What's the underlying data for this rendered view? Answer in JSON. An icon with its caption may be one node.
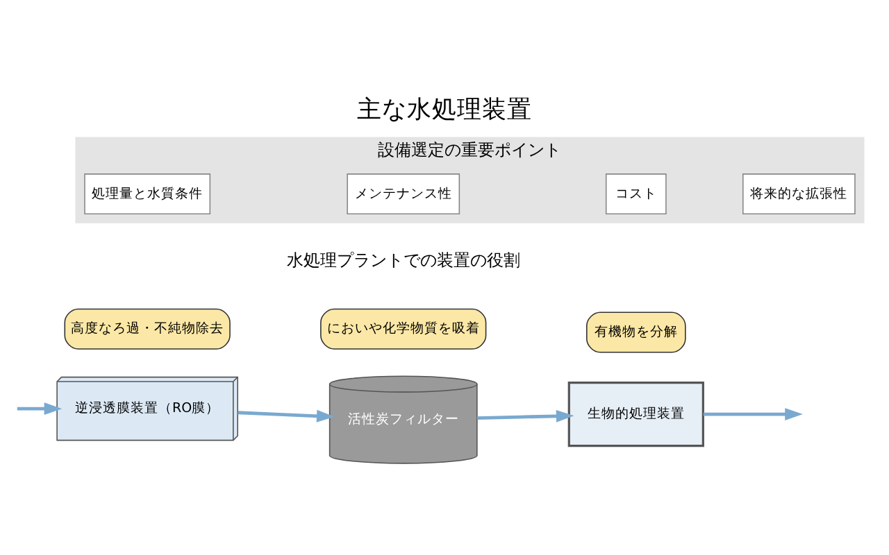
{
  "diagram": {
    "title": "主な水処理装置",
    "nodes": [
      {
        "text": [
          "高度なろ過・不純物除去"
        ]
      },
      {
        "text": [
          "においや化学物質を吸着"
        ]
      },
      {
        "text": [
          "有機物を分解"
        ]
      },
      {
        "text": [
          "逆浸透膜装置（RO膜）"
        ]
      },
      {
        "text": [
          "活性炭フィルター"
        ]
      },
      {
        "text": [
          "生物的処理装置"
        ]
      },
      {
        "text": [
          "設備選定の重要ポイント"
        ]
      },
      {
        "text": [
          "処理量と水質条件"
        ],
        "in": 6
      },
      {
        "text": [
          "メンテナンス性"
        ],
        "in": 6
      },
      {
        "text": [
          "コスト"
        ],
        "in": 6
      },
      {
        "text": [
          "将来的な拡張性"
        ],
        "in": 6
      }
    ],
    "edges": [
      {
        "from": null,
        "to": 3,
        "arrow": "to"
      },
      {
        "from": 3,
        "to": 4,
        "arrow": "to"
      },
      {
        "from": 4,
        "to": 5,
        "arrow": "to"
      },
      {
        "from": 5,
        "to": null,
        "arrow": "to"
      }
    ],
    "labels": [
      "水処理プラントでの装置の役割"
    ]
  }
}
